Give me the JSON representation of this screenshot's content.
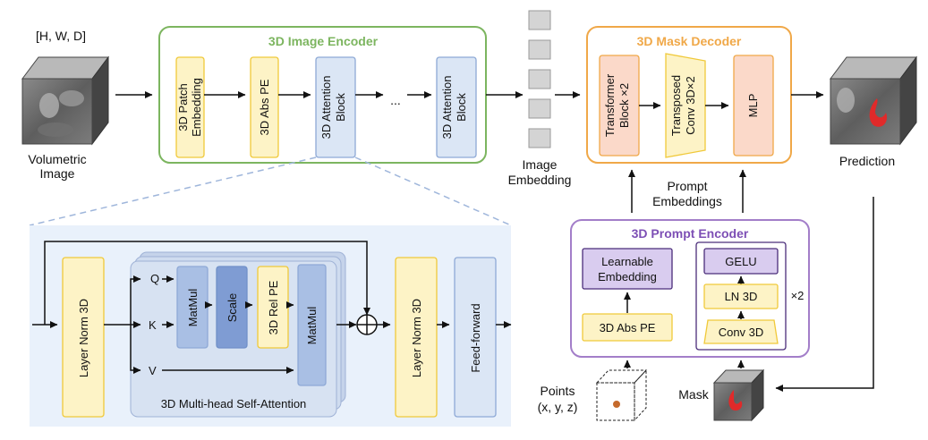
{
  "input": {
    "dims_label": "[H, W, D]",
    "caption_line1": "Volumetric",
    "caption_line2": "Image"
  },
  "image_encoder": {
    "title": "3D Image Encoder",
    "patch_embedding": {
      "line1": "3D Patch",
      "line2": "Embedding"
    },
    "abs_pe": "3D Abs PE",
    "attention_block_1": {
      "line1": "3D Attention",
      "line2": "Block"
    },
    "ellipsis": "...",
    "attention_block_n": {
      "line1": "3D Attention",
      "line2": "Block"
    }
  },
  "image_embedding": {
    "line1": "Image",
    "line2": "Embedding"
  },
  "mask_decoder": {
    "title": "3D Mask Decoder",
    "transformer": {
      "line1": "Transformer",
      "line2": "Block ×2"
    },
    "transposed": {
      "line1": "Transposed",
      "line2": "Conv 3D×2"
    },
    "mlp": "MLP"
  },
  "prediction_label": "Prediction",
  "prompt_embeddings": {
    "line1": "Prompt",
    "line2": "Embeddings"
  },
  "prompt_encoder": {
    "title": "3D Prompt Encoder",
    "learnable": {
      "line1": "Learnable",
      "line2": "Embedding"
    },
    "abs_pe": "3D Abs PE",
    "gelu": "GELU",
    "ln": "LN 3D",
    "conv": "Conv 3D",
    "repeat": "×2"
  },
  "points_label": {
    "line1": "Points",
    "line2": "(x, y, z)"
  },
  "mask_label": "Mask",
  "attention_detail": {
    "layer_norm_1": "Layer Norm 3D",
    "q": "Q",
    "k": "K",
    "v": "V",
    "matmul_1": "MatMul",
    "scale": "Scale",
    "rel_pe": "3D Rel PE",
    "matmul_2": "MatMul",
    "mhsa_label": "3D Multi-head Self-Attention",
    "layer_norm_2": "Layer Norm 3D",
    "feed_forward": "Feed-forward"
  },
  "colors": {
    "encoder_green": "#7cb55f",
    "decoder_orange": "#f0a848",
    "prompt_purple": "#a37ec9",
    "purple_dark": "#4b2d7a",
    "yellow_fill": "#fdf3c6",
    "yellow_stroke": "#f0c93a",
    "blue_fill": "#dbe6f5",
    "blue_stroke": "#8ea9d6",
    "peach_fill": "#fbd9c9",
    "lavender_fill": "#d9ccef",
    "detail_bg": "#e9f1fb"
  }
}
